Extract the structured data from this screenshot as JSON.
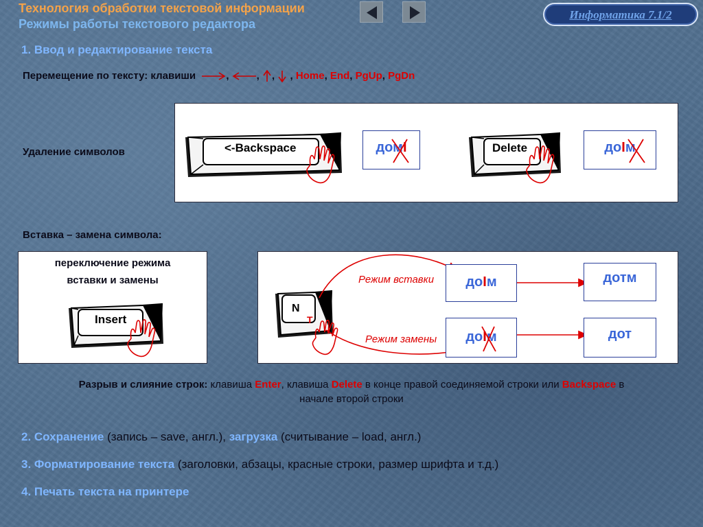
{
  "header": {
    "title": "Технология обработки текстовой информации",
    "subtitle": "Режимы работы текстового редактора",
    "badge": "Информатика 7.1/2"
  },
  "section1": {
    "heading": "1. Ввод и редактирование текста",
    "movement_prefix": "Перемещение по тексту: клавиши",
    "keys": {
      "home": "Home",
      "end": "End",
      "pgup": "PgUp",
      "pgdn": "PgDn"
    }
  },
  "delete_panel": {
    "label": "Удаление символов",
    "backspace_key": "<-Backspace",
    "word1": {
      "before": "дом",
      "after": ""
    },
    "word1_cursor": "I",
    "delete_key": "Delete",
    "word2": {
      "before": "до",
      "after": "м"
    },
    "word2_cursor": "I"
  },
  "insert_section": {
    "label": "Вставка – замена символа:",
    "switch_line1": "переключение режима",
    "switch_line2": "вставки и замены",
    "insert_key": "Insert",
    "n_key": "N",
    "t_char": "T",
    "insert_mode_label": "Режим вставки",
    "replace_mode_label": "Режим замены",
    "insert_word": {
      "before": "до",
      "cursor": "I",
      "after": "м"
    },
    "replace_word": {
      "before": "до",
      "cursor": "I",
      "after": "м"
    },
    "insert_result": "дотм",
    "replace_result": "дот"
  },
  "lines_para": {
    "bold_lead": "Разрыв и слияние строк:",
    "t1": "клавиша",
    "enter": "Enter",
    "t2": ", клавиша",
    "del": "Delete",
    "t3": "в конце правой соединяемой строки или",
    "bs": "Backspace",
    "t4": "в",
    "line2": "начале второй строки"
  },
  "items": {
    "i2_a": "2. Сохранение",
    "i2_b": "(запись – save, англ.),",
    "i2_c": "загрузка",
    "i2_d": "(считывание – load, англ.)",
    "i3_a": "3. Форматирование текста",
    "i3_b": "(заголовки, абзацы, красные строки, размер шрифта и т.д.)",
    "i4": "4. Печать текста на принтере"
  },
  "colors": {
    "accent_red": "#dd0000",
    "word_blue": "#3a66d8",
    "heading_blue": "#7fb6ff",
    "title_orange": "#f2a24a"
  }
}
